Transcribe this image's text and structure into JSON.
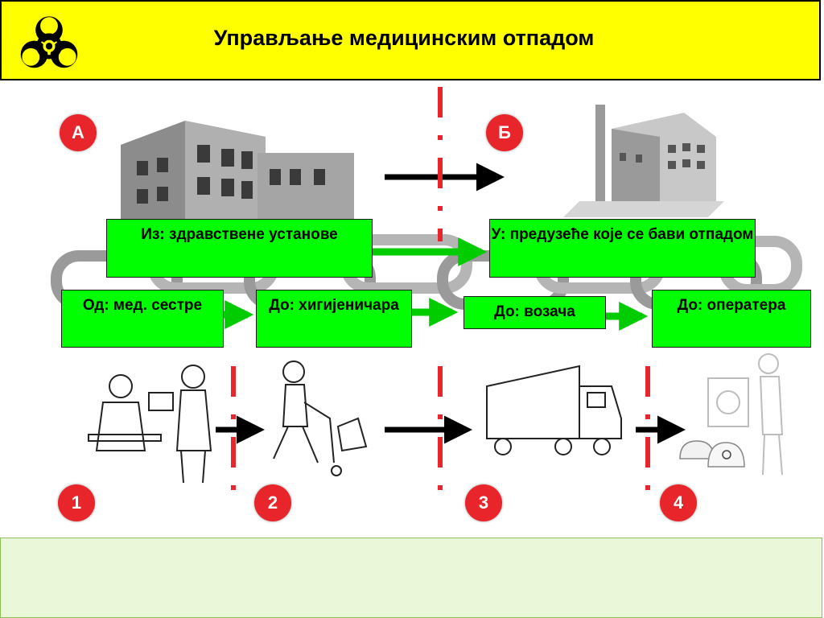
{
  "header": {
    "title": "Управљање медицинским отпадом",
    "background": "#ffff00",
    "icon": "biohazard-icon"
  },
  "badges": {
    "a": "А",
    "b": "Б",
    "n1": "1",
    "n2": "2",
    "n3": "3",
    "n4": "4"
  },
  "boxes": {
    "from_facilities": "Из: здравствене установе",
    "to_company": "У: предузеће које се бави отпадом",
    "from_nurses": "Од: мед. сестре",
    "to_hygienist": "До: хигијеничара",
    "to_driver": "До: возача",
    "to_operator": "До: оператера"
  },
  "colors": {
    "badge": "#e8252a",
    "box": "#00ff00",
    "divider": "#e8252a",
    "footer": "#ebf7d9"
  },
  "footer": {
    "text": ""
  }
}
